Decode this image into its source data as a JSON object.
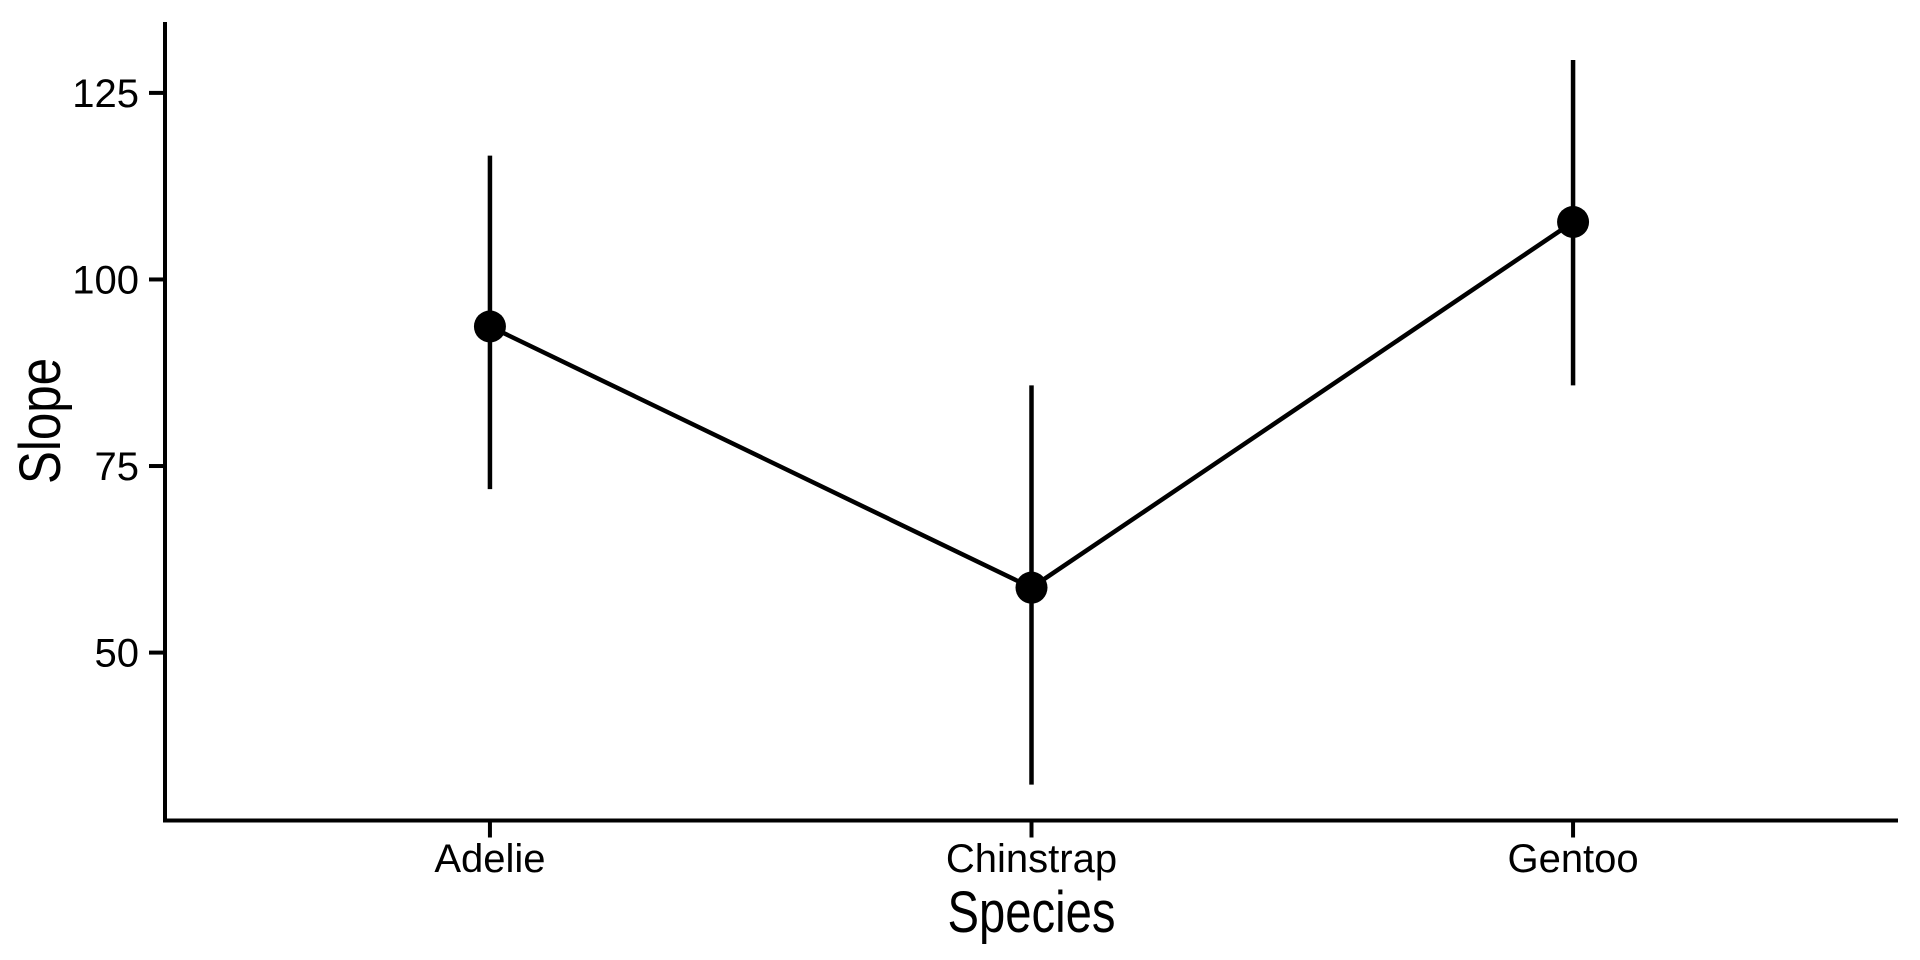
{
  "chart_data": {
    "type": "line",
    "subtype": "pointrange-with-error-bars",
    "title": "",
    "xlabel": "Species",
    "ylabel": "Slope",
    "categories": [
      "Adelie",
      "Chinstrap",
      "Gentoo"
    ],
    "series": [
      {
        "name": "Slope",
        "values": [
          93.7,
          58.7,
          107.7
        ],
        "ci_lower": [
          71.9,
          32.3,
          85.8
        ],
        "ci_upper": [
          116.6,
          85.8,
          129.4
        ]
      }
    ],
    "yticks": [
      50,
      75,
      100,
      125
    ],
    "ylim": [
      27.5,
      134.5
    ],
    "grid": false,
    "legend": "none",
    "marker": "filled-circle",
    "colors": {
      "foreground": "#000000",
      "background": "#FFFFFF"
    }
  }
}
